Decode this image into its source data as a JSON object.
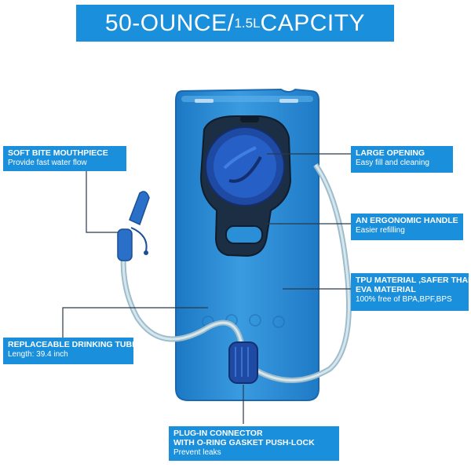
{
  "banner": {
    "part1": "50-OUNCE/",
    "part2": "1.5L",
    "part3": "CAPCITY"
  },
  "callouts": {
    "bite_valve": {
      "title": "SOFT BITE MOUTHPIECE",
      "desc": "Provide fast water flow"
    },
    "opening": {
      "title": "LARGE OPENING",
      "desc": "Easy fill and cleaning"
    },
    "handle": {
      "title": "AN ERGONOMIC HANDLE",
      "desc": "Easier refilling"
    },
    "material": {
      "title": "TPU MATERIAL ,SAFER THAN EVA MATERIAL",
      "title_line1": "TPU MATERIAL ,SAFER THAN",
      "title_line2": "EVA MATERIAL",
      "desc": "100% free of BPA,BPF,BPS"
    },
    "tube": {
      "title": "REPLACEABLE DRINKING TUBE",
      "desc": "Length: 39.4 inch"
    },
    "connector": {
      "title_line1": "PLUG-IN CONNECTOR",
      "title_line2": "WITH O-RING GASKET PUSH-LOCK",
      "desc": "Prevent leaks"
    }
  },
  "colors": {
    "accent": "#1a8fdc",
    "reservoir": "#2a8fd6",
    "cap": "#1f4fa8",
    "tube": "#b9d3dc"
  }
}
